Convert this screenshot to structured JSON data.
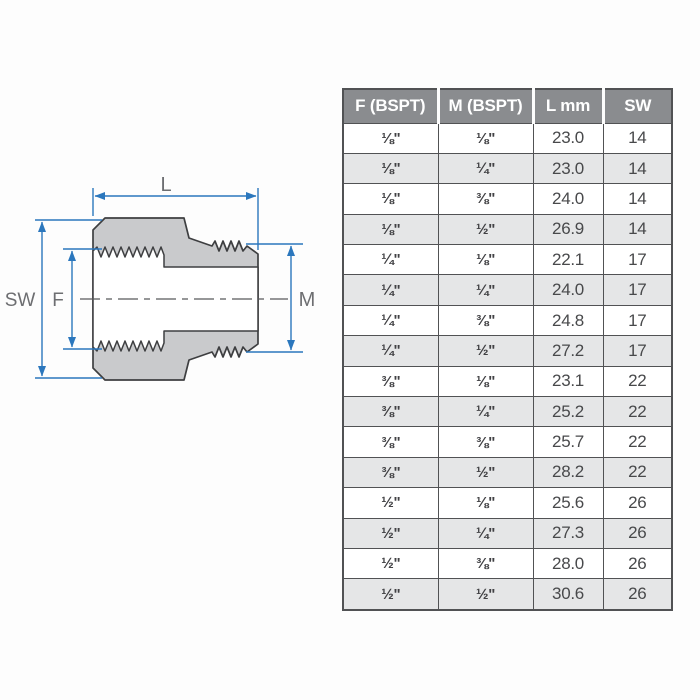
{
  "diagram": {
    "labels": {
      "length": "L",
      "wrench_size": "SW",
      "female_thread": "F",
      "male_thread": "M"
    },
    "colors": {
      "dimension_blue": "#2b77bd",
      "body_fill": "#c9cacc",
      "outline_dark": "#3e3f41",
      "label_gray": "#6d6e71",
      "centerline_gray": "#58595b"
    }
  },
  "table": {
    "headers": [
      "F (BSPT)",
      "M (BSPT)",
      "L mm",
      "SW"
    ],
    "rows": [
      [
        "⅛\"",
        "⅛\"",
        "23.0",
        "14"
      ],
      [
        "⅛\"",
        "¼\"",
        "23.0",
        "14"
      ],
      [
        "⅛\"",
        "⅜\"",
        "24.0",
        "14"
      ],
      [
        "⅛\"",
        "½\"",
        "26.9",
        "14"
      ],
      [
        "¼\"",
        "⅛\"",
        "22.1",
        "17"
      ],
      [
        "¼\"",
        "¼\"",
        "24.0",
        "17"
      ],
      [
        "¼\"",
        "⅜\"",
        "24.8",
        "17"
      ],
      [
        "¼\"",
        "½\"",
        "27.2",
        "17"
      ],
      [
        "⅜\"",
        "⅛\"",
        "23.1",
        "22"
      ],
      [
        "⅜\"",
        "¼\"",
        "25.2",
        "22"
      ],
      [
        "⅜\"",
        "⅜\"",
        "25.7",
        "22"
      ],
      [
        "⅜\"",
        "½\"",
        "28.2",
        "22"
      ],
      [
        "½\"",
        "⅛\"",
        "25.6",
        "26"
      ],
      [
        "½\"",
        "¼\"",
        "27.3",
        "26"
      ],
      [
        "½\"",
        "⅜\"",
        "28.0",
        "26"
      ],
      [
        "½\"",
        "½\"",
        "30.6",
        "26"
      ]
    ],
    "colors": {
      "header_bg": "#8a8c8f",
      "header_text": "#ffffff",
      "alt_row_bg": "#e5e6e7",
      "border": "#515254",
      "cell_text": "#48494b"
    }
  }
}
